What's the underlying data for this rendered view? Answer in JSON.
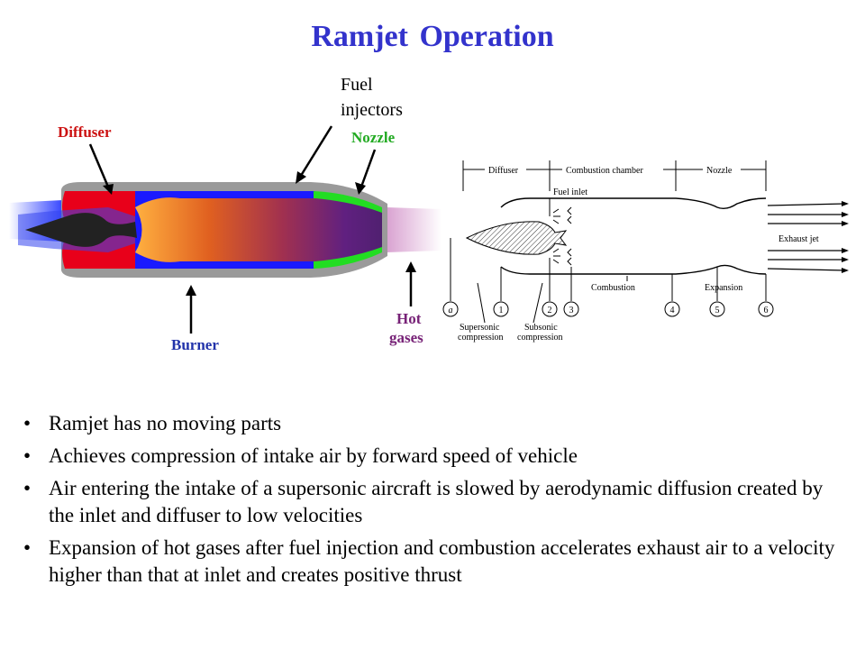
{
  "title": "Ramjet Operation",
  "left_diagram": {
    "labels": {
      "fuel_injectors_line1": "Fuel",
      "fuel_injectors_line2": "injectors",
      "diffuser": "Diffuser",
      "nozzle": "Nozzle",
      "burner": "Burner",
      "hot_gases_line1": "Hot",
      "hot_gases_line2": "gases"
    },
    "colors": {
      "diffuser": "#e8001a",
      "burner": "#1a1aff",
      "nozzle": "#22dd22",
      "label_red": "#cc1111",
      "label_green": "#22aa22",
      "label_blue": "#2233aa",
      "label_purple": "#772277"
    }
  },
  "right_diagram": {
    "section_labels": {
      "diffuser": "Diffuser",
      "combustion_chamber": "Combustion chamber",
      "nozzle": "Nozzle"
    },
    "labels": {
      "fuel_inlet": "Fuel inlet",
      "exhaust_jet": "Exhaust jet",
      "combustion": "Combustion",
      "expansion": "Expansion",
      "supersonic_line1": "Supersonic",
      "supersonic_line2": "compression",
      "subsonic_line1": "Subsonic",
      "subsonic_line2": "compression"
    },
    "stations": [
      "a",
      "1",
      "2",
      "3",
      "4",
      "5",
      "6"
    ]
  },
  "bullets": [
    "Ramjet has no moving parts",
    "Achieves compression of intake air by forward speed of vehicle",
    "Air entering the intake of a supersonic aircraft is slowed by aerodynamic diffusion created by the inlet and diffuser to low velocities",
    "Expansion of hot gases after fuel injection and combustion accelerates exhaust air to a velocity higher than that at inlet and creates positive thrust"
  ]
}
